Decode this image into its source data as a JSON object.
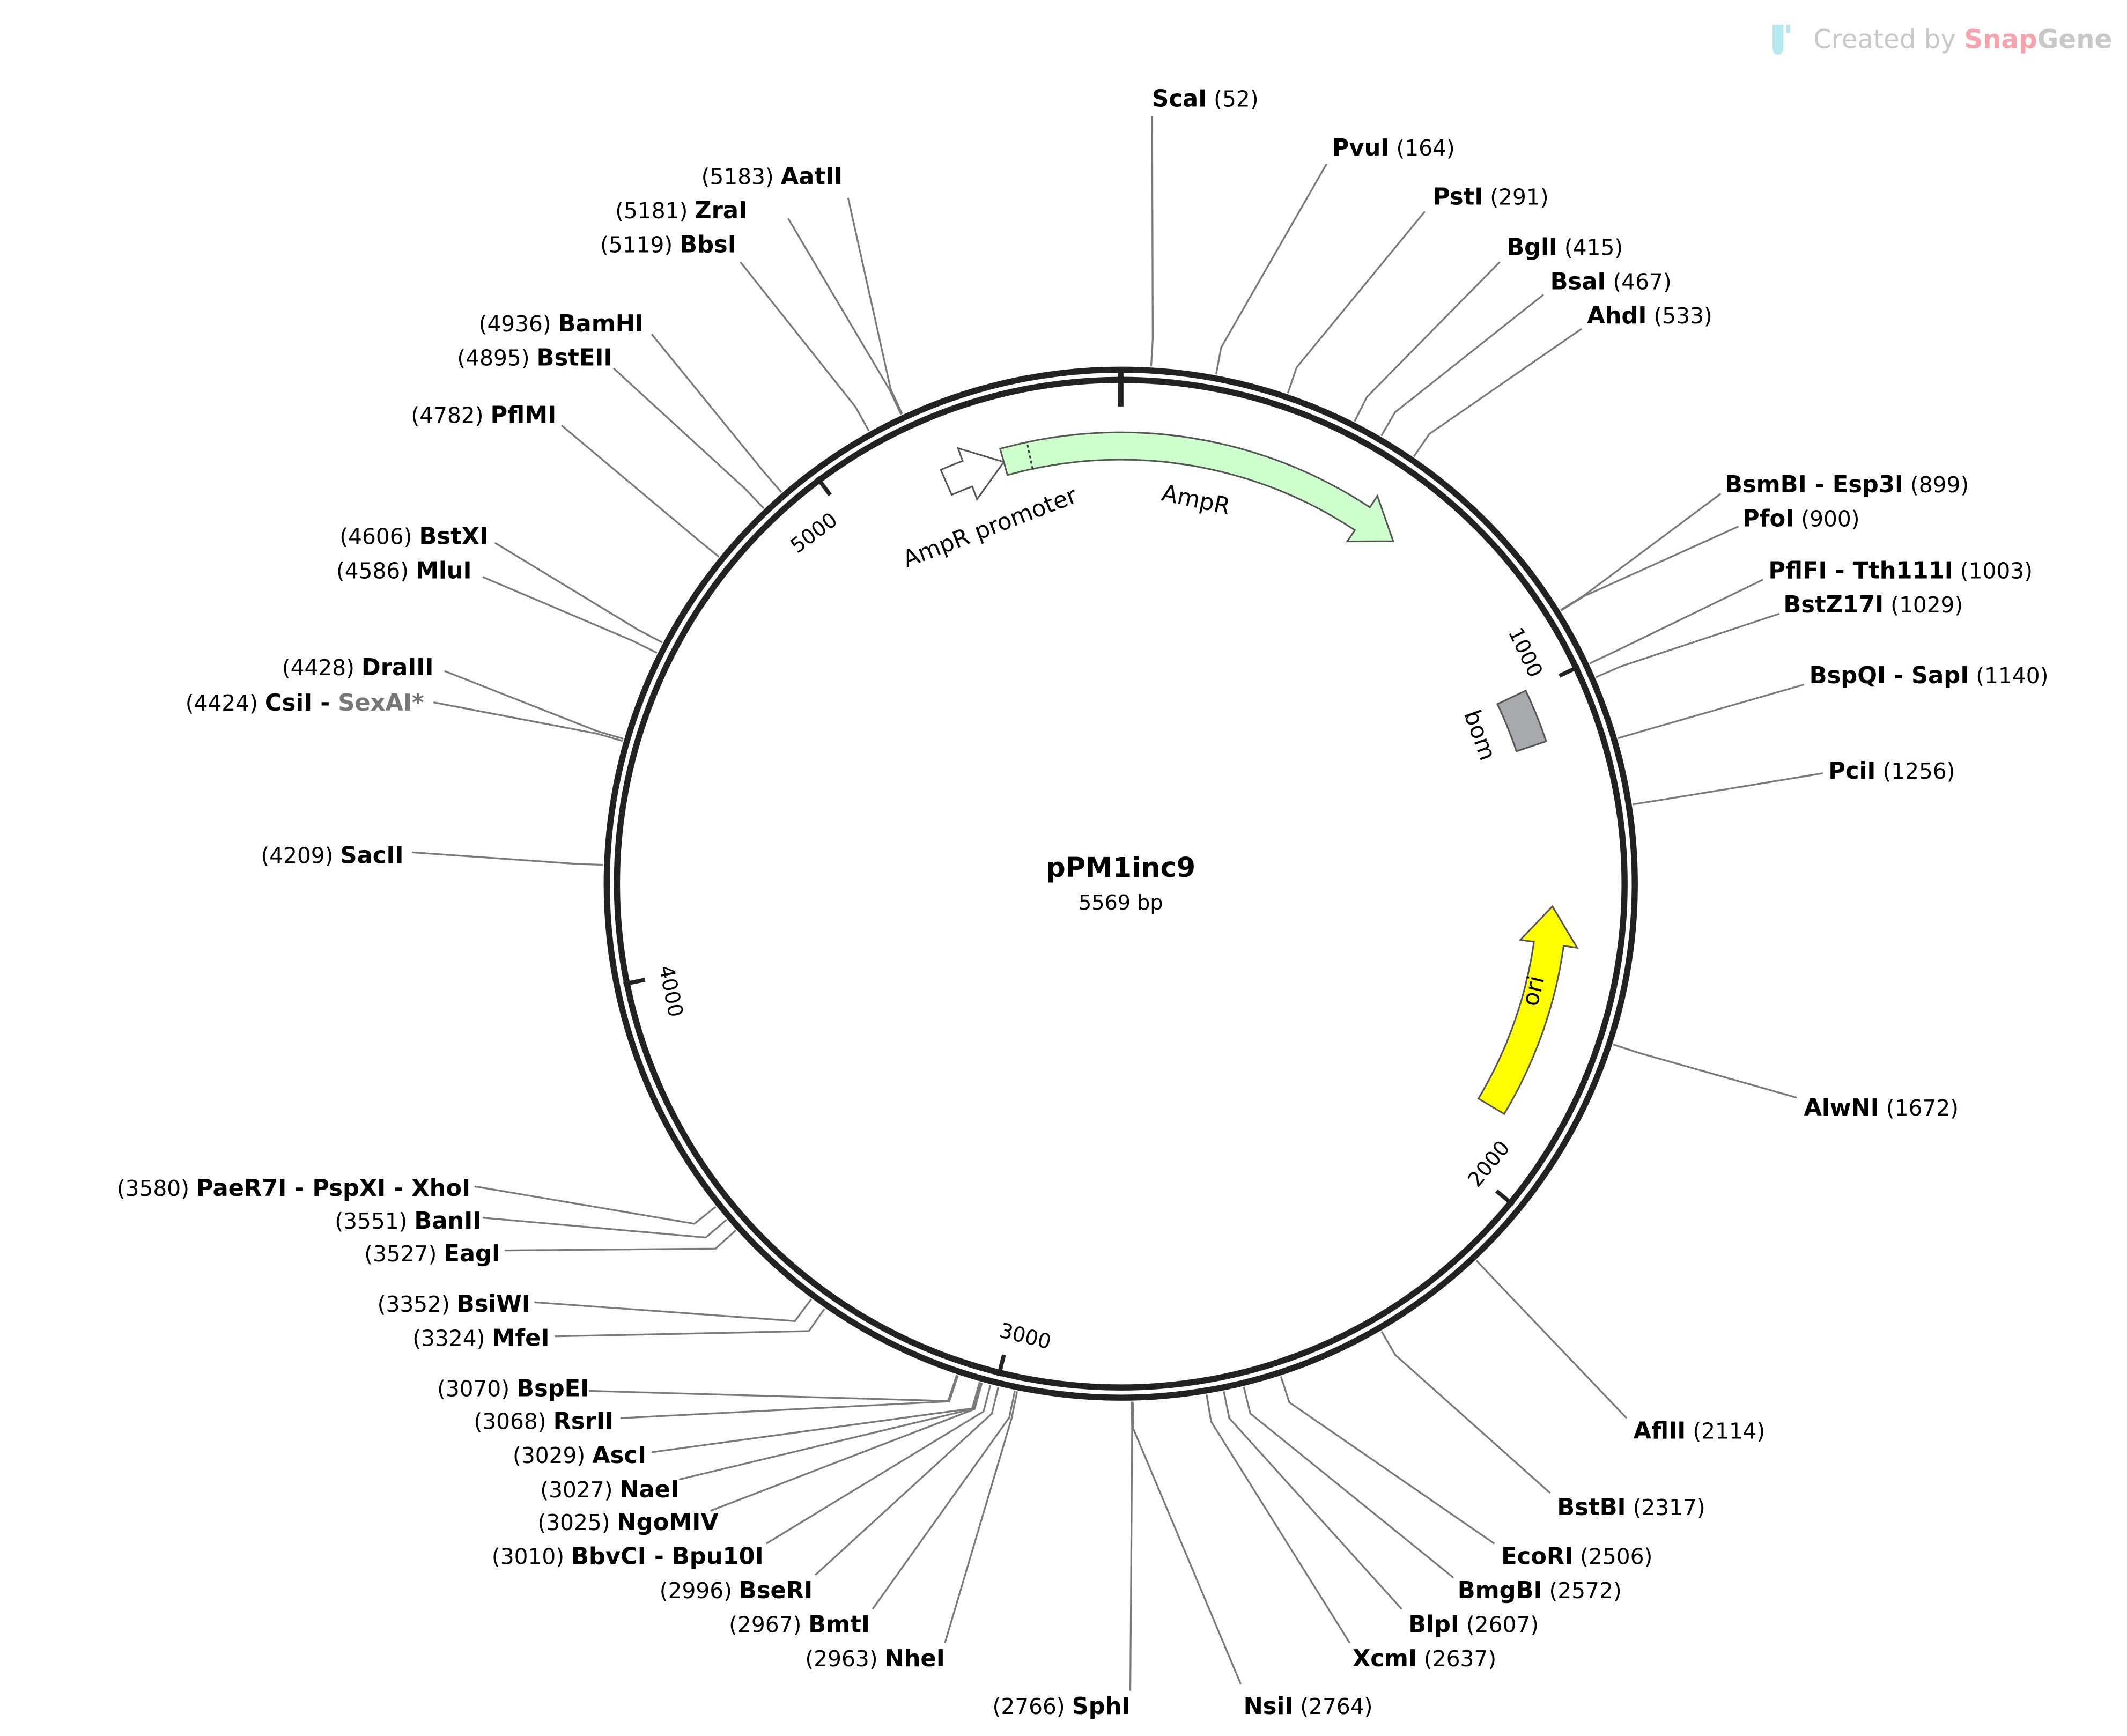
{
  "plasmid": {
    "name": "pPM1inc9",
    "length_label": "5569 bp",
    "length": 5569
  },
  "watermark": {
    "prefix": "Created by ",
    "brand1": "Snap",
    "brand2": "Gene",
    "brand1_color": "#f7a3ad",
    "text_color": "#c8c8c8",
    "icon_color": "#b6e8ef"
  },
  "ticks": [
    "1000",
    "2000",
    "3000",
    "4000",
    "5000"
  ],
  "features": [
    {
      "name": "AmpR promoter",
      "color": "#ffffff"
    },
    {
      "name": "AmpR",
      "color": "#ccffcc"
    },
    {
      "name": "bom",
      "color": "#a6a9ad"
    },
    {
      "name": "ori",
      "color": "#ffff00"
    }
  ],
  "sites": [
    {
      "name": "ScaI",
      "pos": 52
    },
    {
      "name": "PvuI",
      "pos": 164
    },
    {
      "name": "PstI",
      "pos": 291
    },
    {
      "name": "BglI",
      "pos": 415
    },
    {
      "name": "BsaI",
      "pos": 467
    },
    {
      "name": "AhdI",
      "pos": 533
    },
    {
      "name": "BsmBI - Esp3I",
      "pos": 899
    },
    {
      "name": "PfoI",
      "pos": 900
    },
    {
      "name": "PflFI - Tth111I",
      "pos": 1003
    },
    {
      "name": "BstZ17I",
      "pos": 1029
    },
    {
      "name": "BspQI - SapI",
      "pos": 1140
    },
    {
      "name": "PciI",
      "pos": 1256
    },
    {
      "name": "AlwNI",
      "pos": 1672
    },
    {
      "name": "AflII",
      "pos": 2114
    },
    {
      "name": "BstBI",
      "pos": 2317
    },
    {
      "name": "EcoRI",
      "pos": 2506
    },
    {
      "name": "BmgBI",
      "pos": 2572
    },
    {
      "name": "BlpI",
      "pos": 2607
    },
    {
      "name": "XcmI",
      "pos": 2637
    },
    {
      "name": "NsiI",
      "pos": 2764
    },
    {
      "name": "SphI",
      "pos": 2766
    },
    {
      "name": "NheI",
      "pos": 2963
    },
    {
      "name": "BmtI",
      "pos": 2967
    },
    {
      "name": "BseRI",
      "pos": 2996
    },
    {
      "name": "BbvCI - Bpu10I",
      "pos": 3010
    },
    {
      "name": "NgoMIV",
      "pos": 3025
    },
    {
      "name": "NaeI",
      "pos": 3027
    },
    {
      "name": "AscI",
      "pos": 3029
    },
    {
      "name": "RsrII",
      "pos": 3068
    },
    {
      "name": "BspEI",
      "pos": 3070
    },
    {
      "name": "MfeI",
      "pos": 3324
    },
    {
      "name": "BsiWI",
      "pos": 3352
    },
    {
      "name": "EagI",
      "pos": 3527
    },
    {
      "name": "BanII",
      "pos": 3551
    },
    {
      "name": "PaeR7I - PspXI - XhoI",
      "pos": 3580
    },
    {
      "name": "SacII",
      "pos": 4209
    },
    {
      "name": "CsiI - ",
      "name_gray": "SexAI*",
      "pos": 4424
    },
    {
      "name": "DraIII",
      "pos": 4428
    },
    {
      "name": "MluI",
      "pos": 4586
    },
    {
      "name": "BstXI",
      "pos": 4606
    },
    {
      "name": "PflMI",
      "pos": 4782
    },
    {
      "name": "BstEII",
      "pos": 4895
    },
    {
      "name": "BamHI",
      "pos": 4936
    },
    {
      "name": "BbsI",
      "pos": 5119
    },
    {
      "name": "ZraI",
      "pos": 5181
    },
    {
      "name": "AatII",
      "pos": 5183
    }
  ]
}
